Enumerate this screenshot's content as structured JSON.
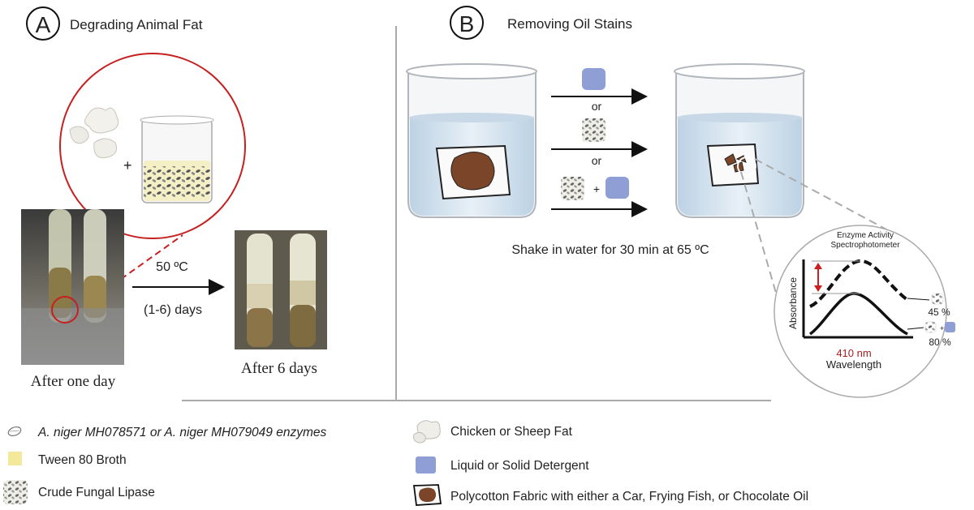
{
  "panel_a": {
    "letter": "A",
    "title": "Degrading Animal Fat",
    "plus": "+",
    "temperature": "50 ºC",
    "duration": "(1-6) days",
    "caption_left": "After one day",
    "caption_right": "After 6 days"
  },
  "panel_b": {
    "letter": "B",
    "title": "Removing Oil Stains",
    "or_1": "or",
    "or_2": "or",
    "plus": "+",
    "shake_text": "Shake in water for 30 min at 65 ºC",
    "inset": {
      "title_line1": "Enzyme Activity",
      "title_line2": "Spectrophotometer",
      "ylabel": "Absorbance",
      "xlabel": "Wavelength",
      "peak_label": "410 nm",
      "value_top": "45 %",
      "value_bottom": "80 %",
      "plus": "+"
    }
  },
  "legend": {
    "enzymes": "A. niger MH078571 or A. niger MH079049 enzymes",
    "tween": "Tween 80 Broth",
    "lipase": "Crude Fungal Lipase",
    "fat": "Chicken or Sheep Fat",
    "detergent": "Liquid or Solid Detergent",
    "fabric": "Polycotton Fabric with either a Car, Frying Fish, or Chocolate Oil"
  },
  "colors": {
    "detergent": "#8f9fd6",
    "tween": "#f2ea9a",
    "stain": "#7a4528",
    "red": "#cc2020",
    "water": "#d7e6f2"
  },
  "icons": [
    "beaker-icon",
    "fat-icon",
    "lipase-icon",
    "detergent-icon",
    "fabric-icon",
    "spore-icon",
    "test-tube-photo",
    "arrow-icon",
    "magnifier-circle"
  ]
}
